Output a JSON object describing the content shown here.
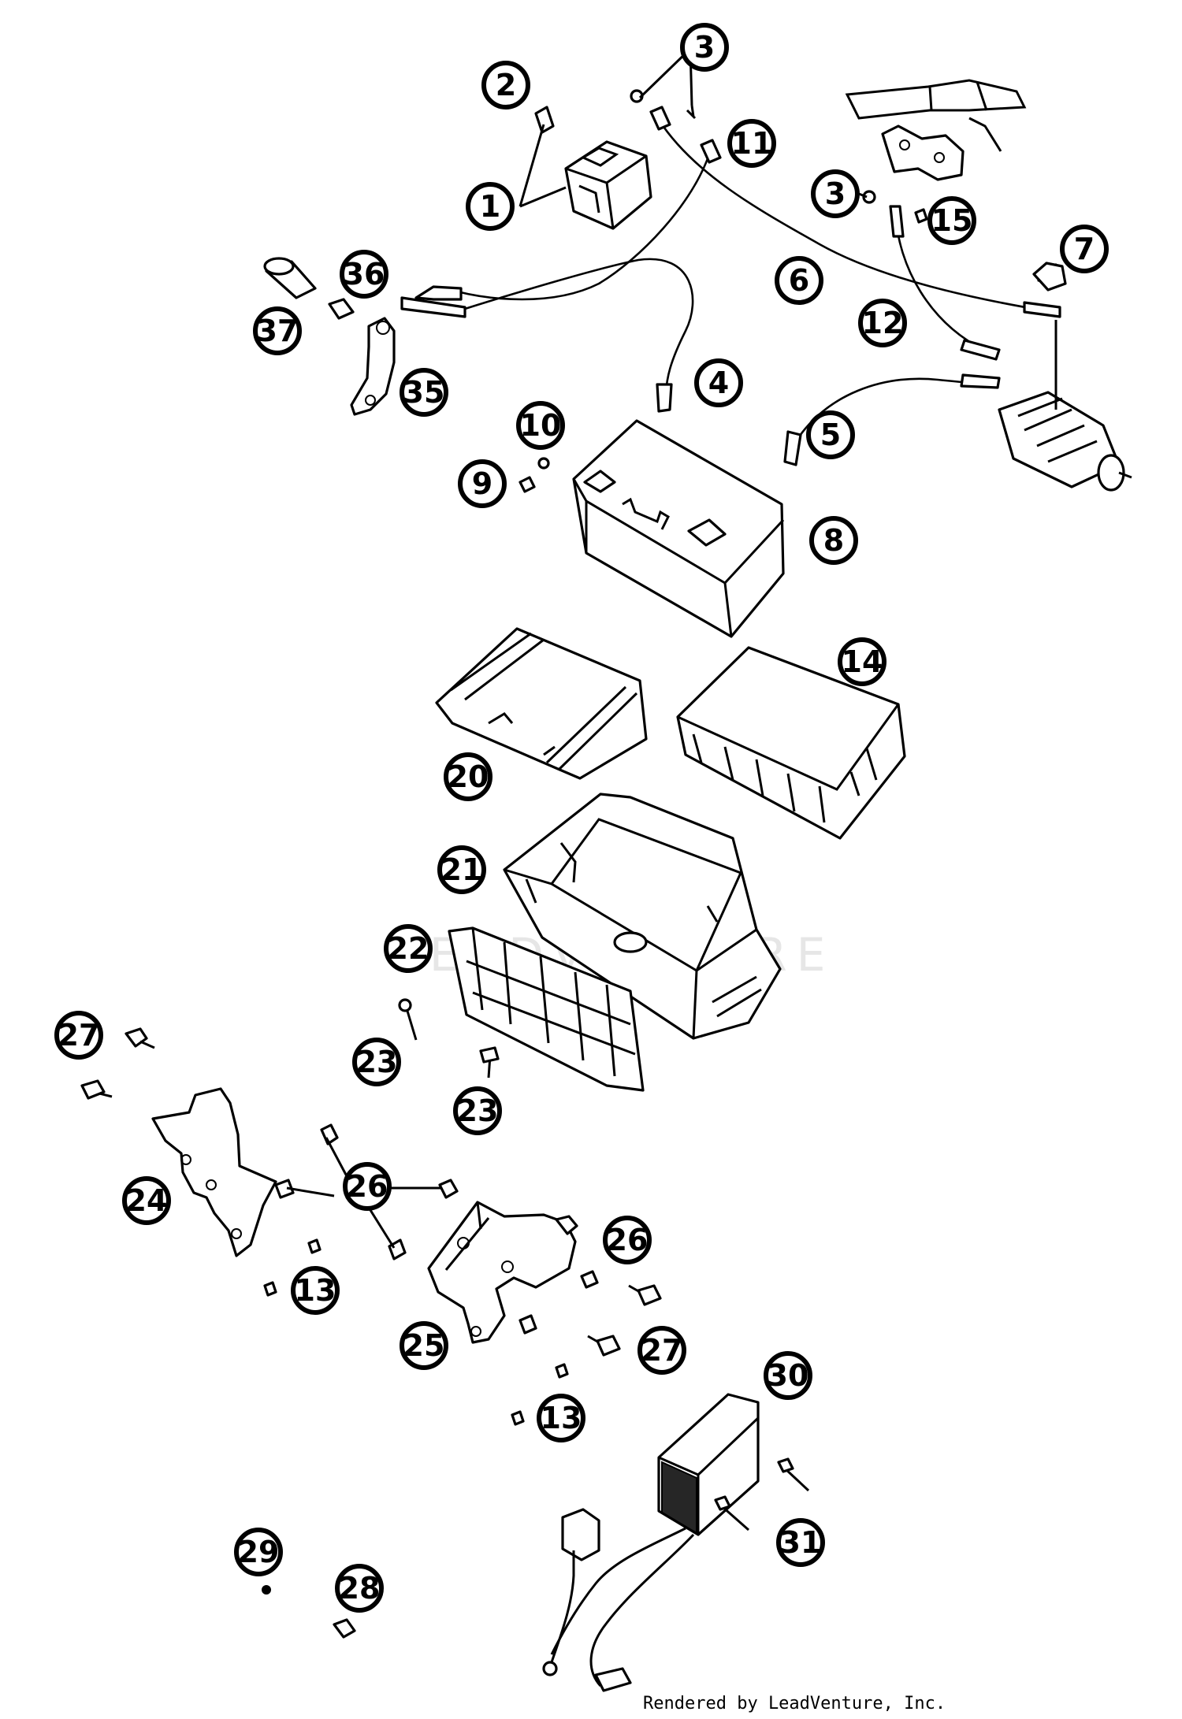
{
  "diagram": {
    "callouts": [
      {
        "id": "c1",
        "label": "1"
      },
      {
        "id": "c2",
        "label": "2"
      },
      {
        "id": "c3a",
        "label": "3"
      },
      {
        "id": "c3b",
        "label": "3"
      },
      {
        "id": "c4",
        "label": "4"
      },
      {
        "id": "c5",
        "label": "5"
      },
      {
        "id": "c6",
        "label": "6"
      },
      {
        "id": "c7",
        "label": "7"
      },
      {
        "id": "c8",
        "label": "8"
      },
      {
        "id": "c9",
        "label": "9"
      },
      {
        "id": "c10",
        "label": "10"
      },
      {
        "id": "c11",
        "label": "11"
      },
      {
        "id": "c12",
        "label": "12"
      },
      {
        "id": "c13a",
        "label": "13"
      },
      {
        "id": "c13b",
        "label": "13"
      },
      {
        "id": "c14",
        "label": "14"
      },
      {
        "id": "c15",
        "label": "15"
      },
      {
        "id": "c20",
        "label": "20"
      },
      {
        "id": "c21",
        "label": "21"
      },
      {
        "id": "c22",
        "label": "22"
      },
      {
        "id": "c23a",
        "label": "23"
      },
      {
        "id": "c23b",
        "label": "23"
      },
      {
        "id": "c24",
        "label": "24"
      },
      {
        "id": "c25",
        "label": "25"
      },
      {
        "id": "c26a",
        "label": "26"
      },
      {
        "id": "c26b",
        "label": "26"
      },
      {
        "id": "c27a",
        "label": "27"
      },
      {
        "id": "c27b",
        "label": "27"
      },
      {
        "id": "c28",
        "label": "28"
      },
      {
        "id": "c29",
        "label": "29"
      },
      {
        "id": "c30",
        "label": "30"
      },
      {
        "id": "c31",
        "label": "31"
      },
      {
        "id": "c35",
        "label": "35"
      },
      {
        "id": "c36",
        "label": "36"
      },
      {
        "id": "c37",
        "label": "37"
      }
    ],
    "watermark": "LEADVENTURE",
    "credit": "Rendered by LeadVenture, Inc."
  }
}
